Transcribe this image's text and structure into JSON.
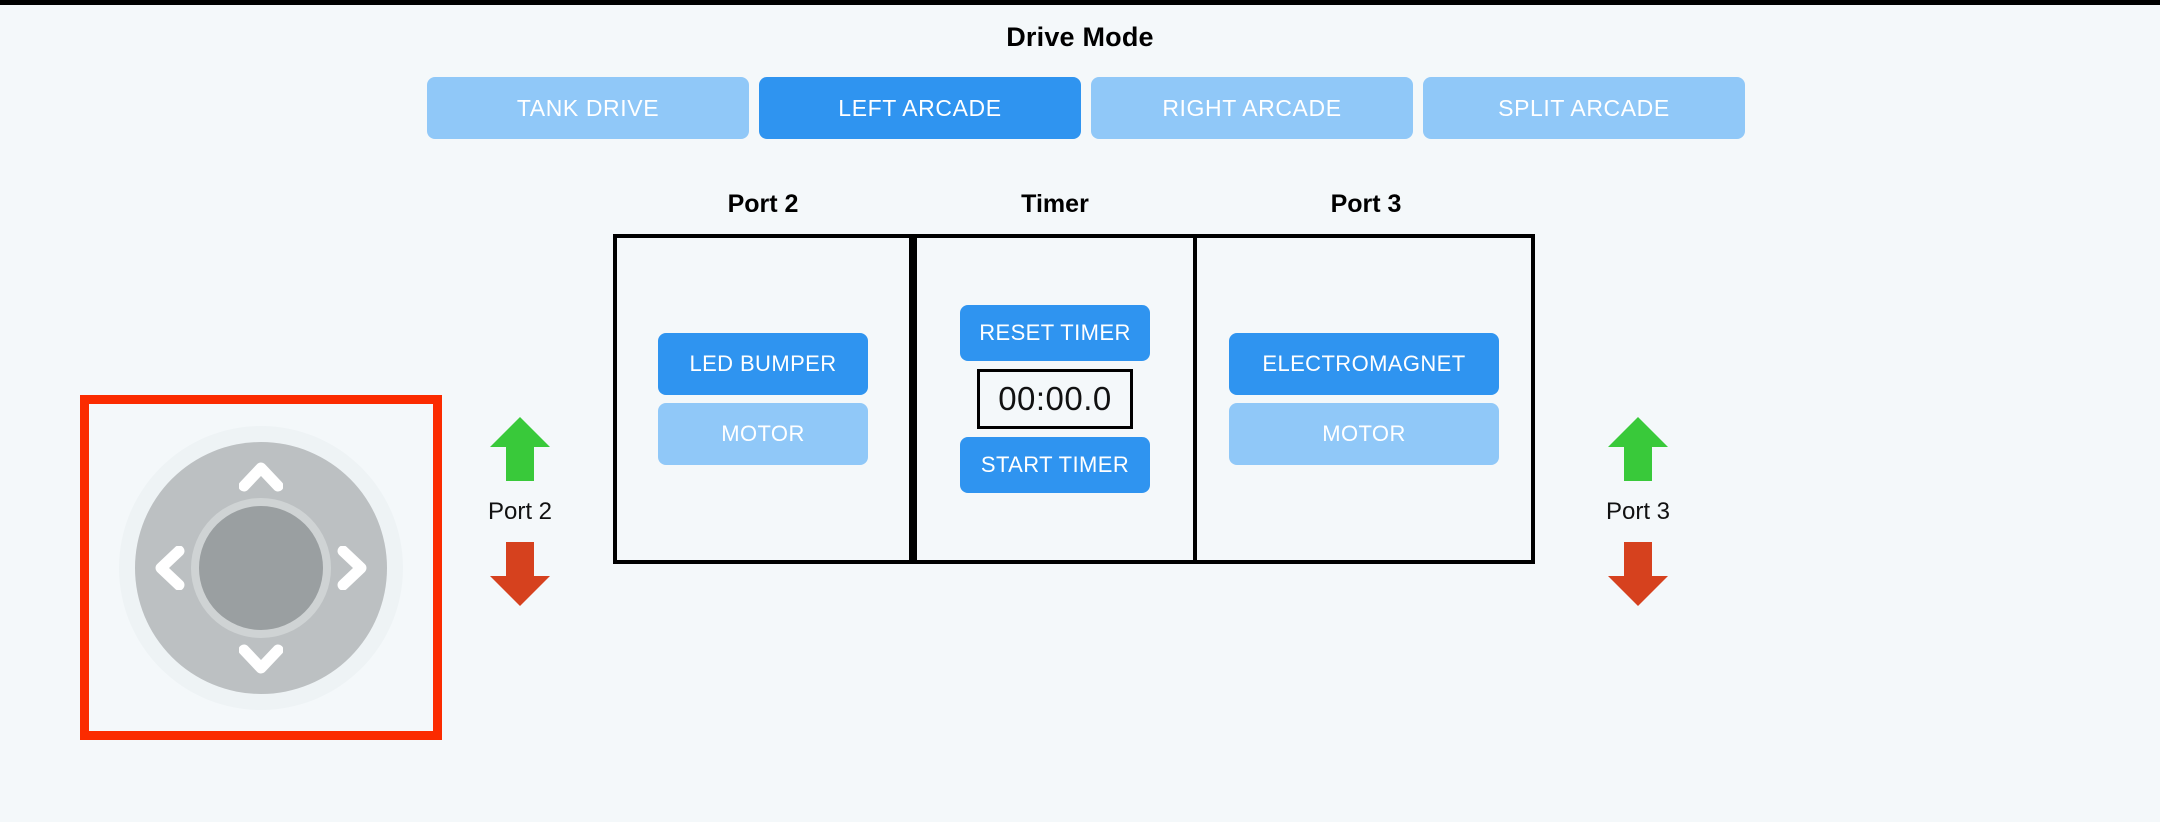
{
  "header": {
    "title": "Drive Mode"
  },
  "drive_modes": {
    "options": [
      {
        "label": "TANK DRIVE",
        "active": false
      },
      {
        "label": "LEFT ARCADE",
        "active": true
      },
      {
        "label": "RIGHT ARCADE",
        "active": false
      },
      {
        "label": "SPLIT ARCADE",
        "active": false
      }
    ],
    "selected": "LEFT ARCADE"
  },
  "panel": {
    "columns": [
      {
        "heading": "Port 2",
        "buttons": [
          {
            "label": "LED BUMPER",
            "state": "on"
          },
          {
            "label": "MOTOR",
            "state": "off"
          }
        ]
      },
      {
        "heading": "Timer",
        "reset_label": "RESET TIMER",
        "start_label": "START TIMER",
        "display": "00:00.0"
      },
      {
        "heading": "Port 3",
        "buttons": [
          {
            "label": "ELECTROMAGNET",
            "state": "on"
          },
          {
            "label": "MOTOR",
            "state": "off"
          }
        ]
      }
    ]
  },
  "dpad": {
    "name": "direction-pad",
    "highlighted": true,
    "directions": [
      "up",
      "left",
      "right",
      "down"
    ],
    "icons": {
      "up": "chevron-up-icon",
      "down": "chevron-down-icon",
      "left": "chevron-left-icon",
      "right": "chevron-right-icon",
      "center": "dpad-center-button"
    }
  },
  "arrow_groups": [
    {
      "label": "Port 2",
      "up_icon": "arrow-up-icon",
      "down_icon": "arrow-down-icon"
    },
    {
      "label": "Port 3",
      "up_icon": "arrow-up-icon",
      "down_icon": "arrow-down-icon"
    }
  ],
  "colors": {
    "background": "#f4f8fa",
    "accent_active": "#2f94f0",
    "accent_inactive": "#90c8f8",
    "highlight_border": "#fb2b00",
    "arrow_up": "#39c93a",
    "arrow_down": "#d6411e",
    "panel_border": "#000000",
    "dpad_ring": "#bcc0c2",
    "dpad_center": "#9a9fa1"
  }
}
